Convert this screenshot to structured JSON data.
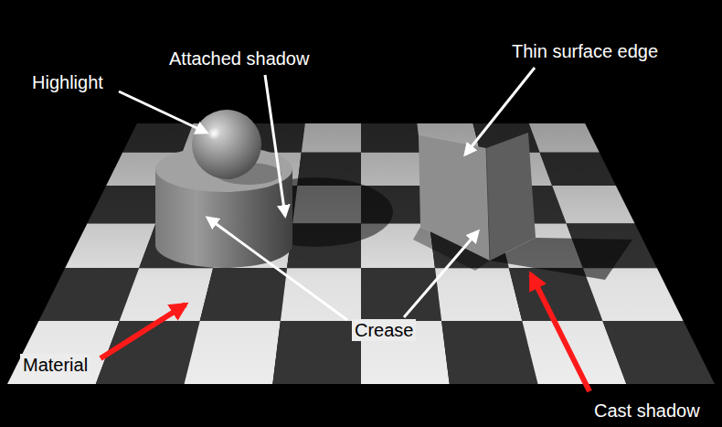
{
  "diagram": {
    "labels": [
      "Highlight",
      "Attached shadow",
      "Thin surface edge",
      "Crease",
      "Material",
      "Cast shadow"
    ]
  }
}
